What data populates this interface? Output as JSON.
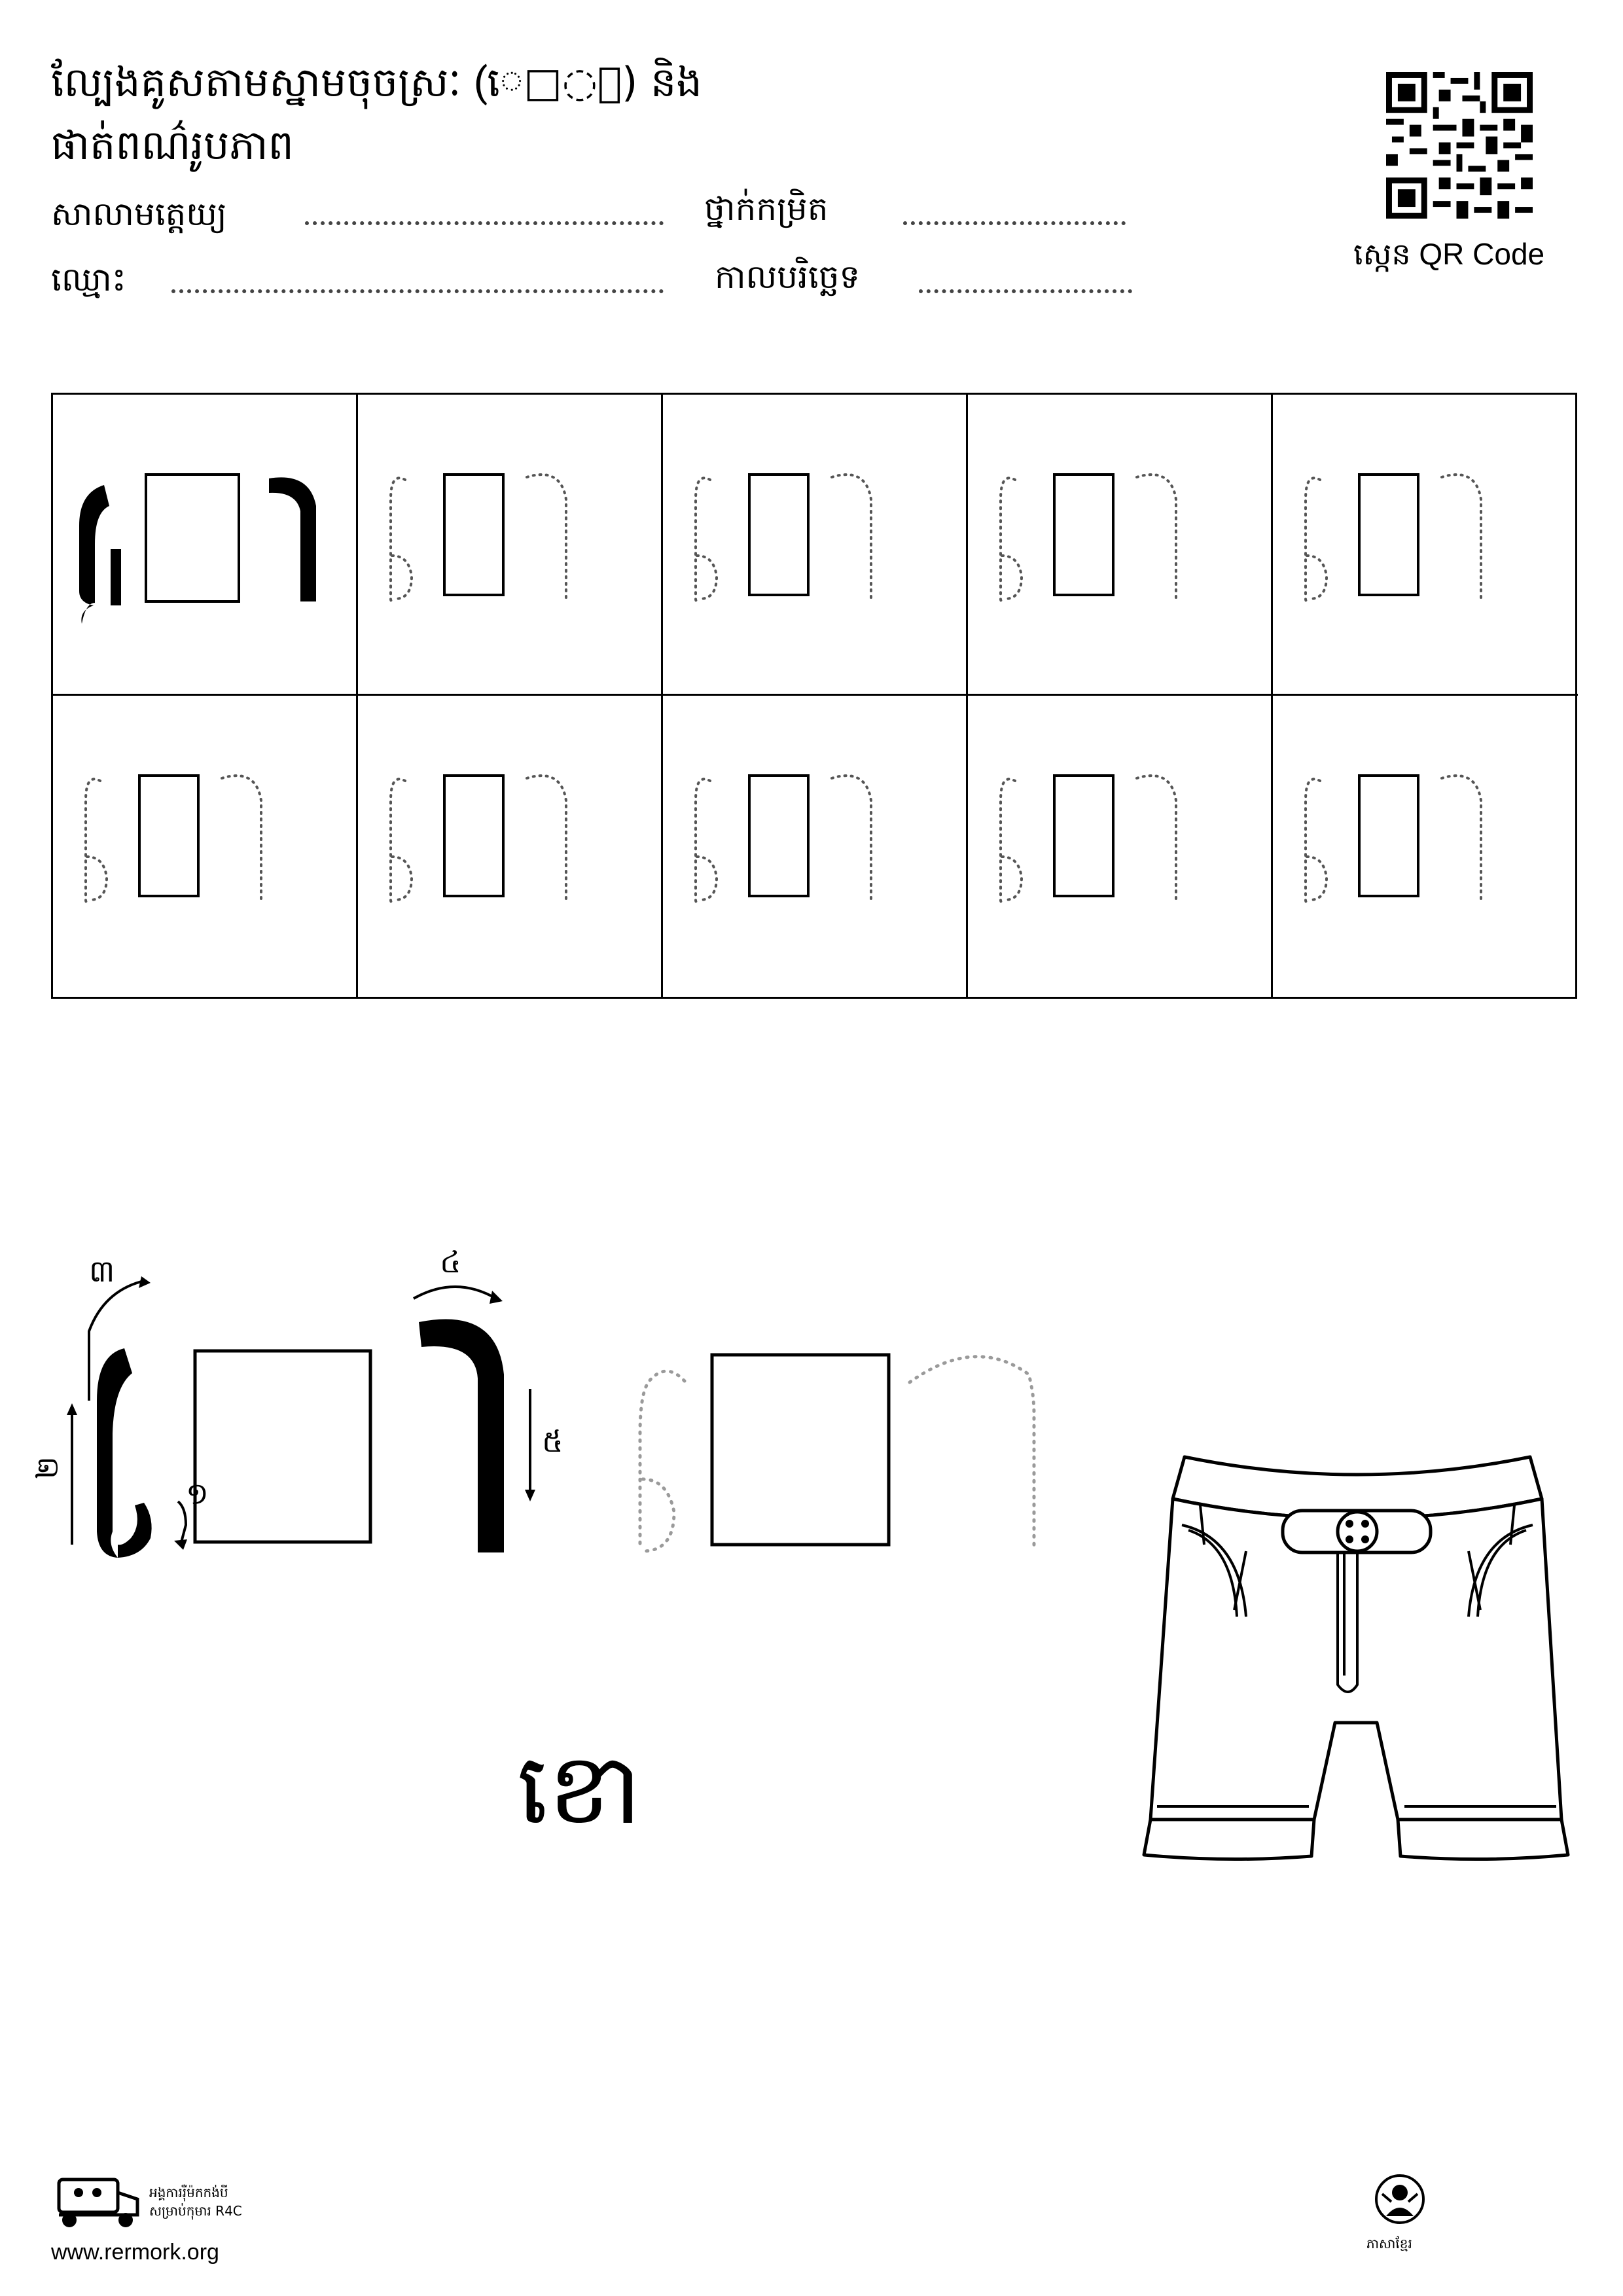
{
  "header": {
    "title_line1": "ល្បែងគូសតាមស្នាមចុចស្រៈ (េ□ា) និង",
    "title_line2": "ផាត់ពណ៌រូបភាព",
    "school_label": "សាលាមត្តេយ្យ",
    "grade_label": "ថ្នាក់កម្រិត",
    "name_label": "ឈ្មោះ",
    "date_label": "កាលបរិច្ឆេទ",
    "qr_label": "ស្កេន QR Code"
  },
  "practice": {
    "model_glyph": "េ□ា",
    "rows": 2,
    "columns": 5
  },
  "stroke_guide": {
    "step1": "១",
    "step2": "២",
    "step3": "៣",
    "step4": "៤",
    "step5": "៥"
  },
  "example": {
    "word": "ខោ",
    "picture": "shorts-illustration"
  },
  "footer": {
    "org_line1": "អង្គការរ៉ឺម៉កកង់បី",
    "org_line2": "សម្រាប់កុមារ R4C",
    "website": "www.rermork.org",
    "logo_caption": "ភាសាខ្មែរ"
  },
  "colors": {
    "ink": "#000000",
    "trace": "#555555",
    "light_trace": "#9a9a9a"
  }
}
